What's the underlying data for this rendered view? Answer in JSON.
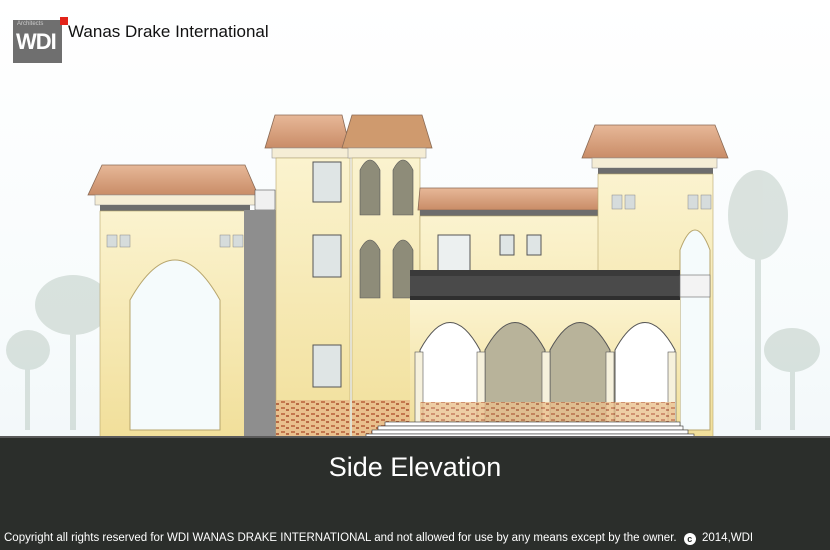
{
  "brand": {
    "logo_text": "WDI",
    "logo_tagline": "Architects",
    "company_name": "Wanas Drake International"
  },
  "drawing": {
    "caption": "Side Elevation"
  },
  "footer": {
    "copyright": "Copyright all rights reserved for WDI WANAS DRAKE INTERNATIONAL and not allowed for use by any means except by the owner.",
    "copyright_symbol": "c",
    "copyright_year": "2014,WDI"
  },
  "colors": {
    "footer_bg": "#2b2e2b",
    "wall": "#f4e6a8",
    "roof": "#d9a07d",
    "brick": "#c9845a",
    "logo_gray": "#6f6f6f",
    "logo_red": "#e2231a"
  },
  "icons": [
    "copyright-icon",
    "palm-tree-icon"
  ]
}
